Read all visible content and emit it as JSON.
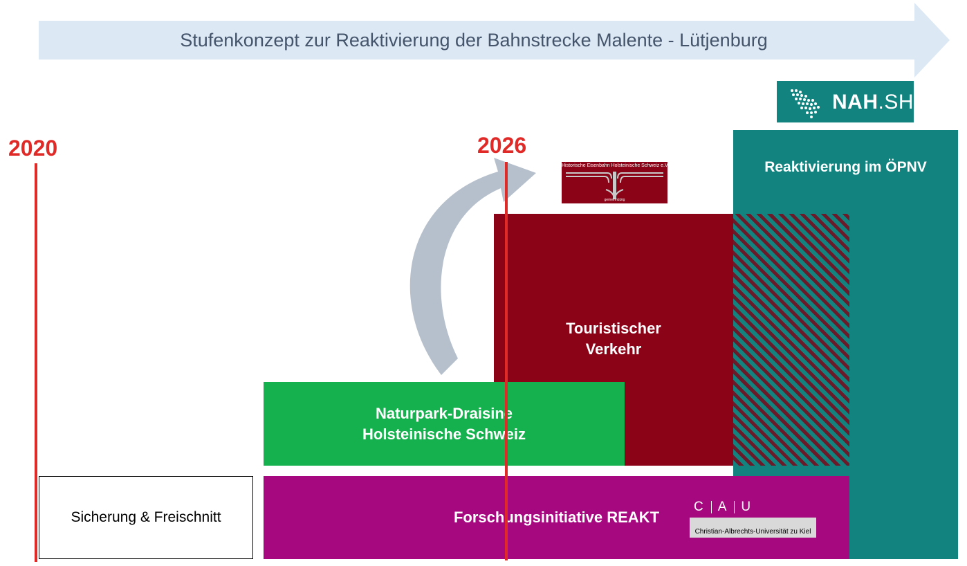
{
  "banner": {
    "title": "Stufenkonzept zur Reaktivierung der Bahnstrecke Malente - Lütjenburg",
    "color": "#dde8f5"
  },
  "logos": {
    "nahsh": {
      "text_main": "NAH",
      "text_dot_sh": ".SH",
      "color": "#13837f"
    },
    "heh": {
      "text": "Historische Eisenbahn Holsteinische Schweiz e.V.",
      "subtext": "gemeinnützig"
    },
    "cau": {
      "letters": [
        "C",
        "A",
        "U"
      ],
      "subtitle": "Christian-Albrechts-Universität zu Kiel"
    }
  },
  "timeline": {
    "year_start": "2020",
    "year_mid": "2026",
    "marker_color": "#e02a28"
  },
  "blocks": {
    "oepnv": {
      "label": "Reaktivierung im ÖPNV",
      "color": "#13837f"
    },
    "touristisch": {
      "line1": "Touristischer",
      "line2": "Verkehr",
      "color": "#8b0316"
    },
    "draisine": {
      "line1": "Naturpark-Draisine",
      "line2": "Holsteinische Schweiz",
      "color": "#16b14f"
    },
    "reakt": {
      "label": "Forschungsinitiative REAKT",
      "color": "#a6087f"
    },
    "sicherung": {
      "label": "Sicherung & Freischnitt"
    }
  }
}
